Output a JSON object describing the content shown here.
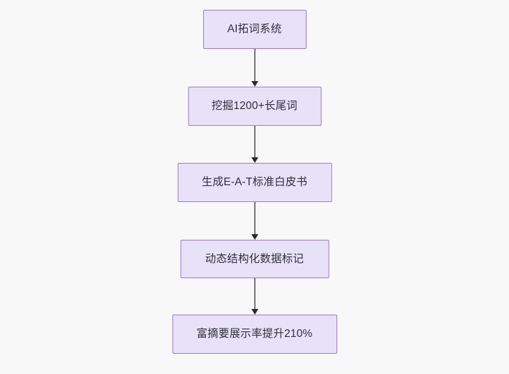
{
  "diagram": {
    "type": "flowchart",
    "direction": "top-to-bottom",
    "background_color": "#f8f8f9",
    "node_fill_color": "#e7e2f8",
    "node_border_color": "#9a78c9",
    "node_text_color": "#2f2f3a",
    "connector_line_color": "#74747c",
    "connector_arrow_color": "#29292f",
    "nodes": [
      {
        "id": "node-0",
        "label": "AI拓词系统"
      },
      {
        "id": "node-1",
        "label": "挖掘1200+长尾词"
      },
      {
        "id": "node-2",
        "label": "生成E-A-T标准白皮书"
      },
      {
        "id": "node-3",
        "label": "动态结构化数据标记"
      },
      {
        "id": "node-4",
        "label": "富摘要展示率提升210%"
      }
    ],
    "edges": [
      {
        "id": "connector-0",
        "from": "node-0",
        "to": "node-1",
        "label": ""
      },
      {
        "id": "connector-1",
        "from": "node-1",
        "to": "node-2",
        "label": ""
      },
      {
        "id": "connector-2",
        "from": "node-2",
        "to": "node-3",
        "label": ""
      },
      {
        "id": "connector-3",
        "from": "node-3",
        "to": "node-4",
        "label": ""
      }
    ]
  }
}
